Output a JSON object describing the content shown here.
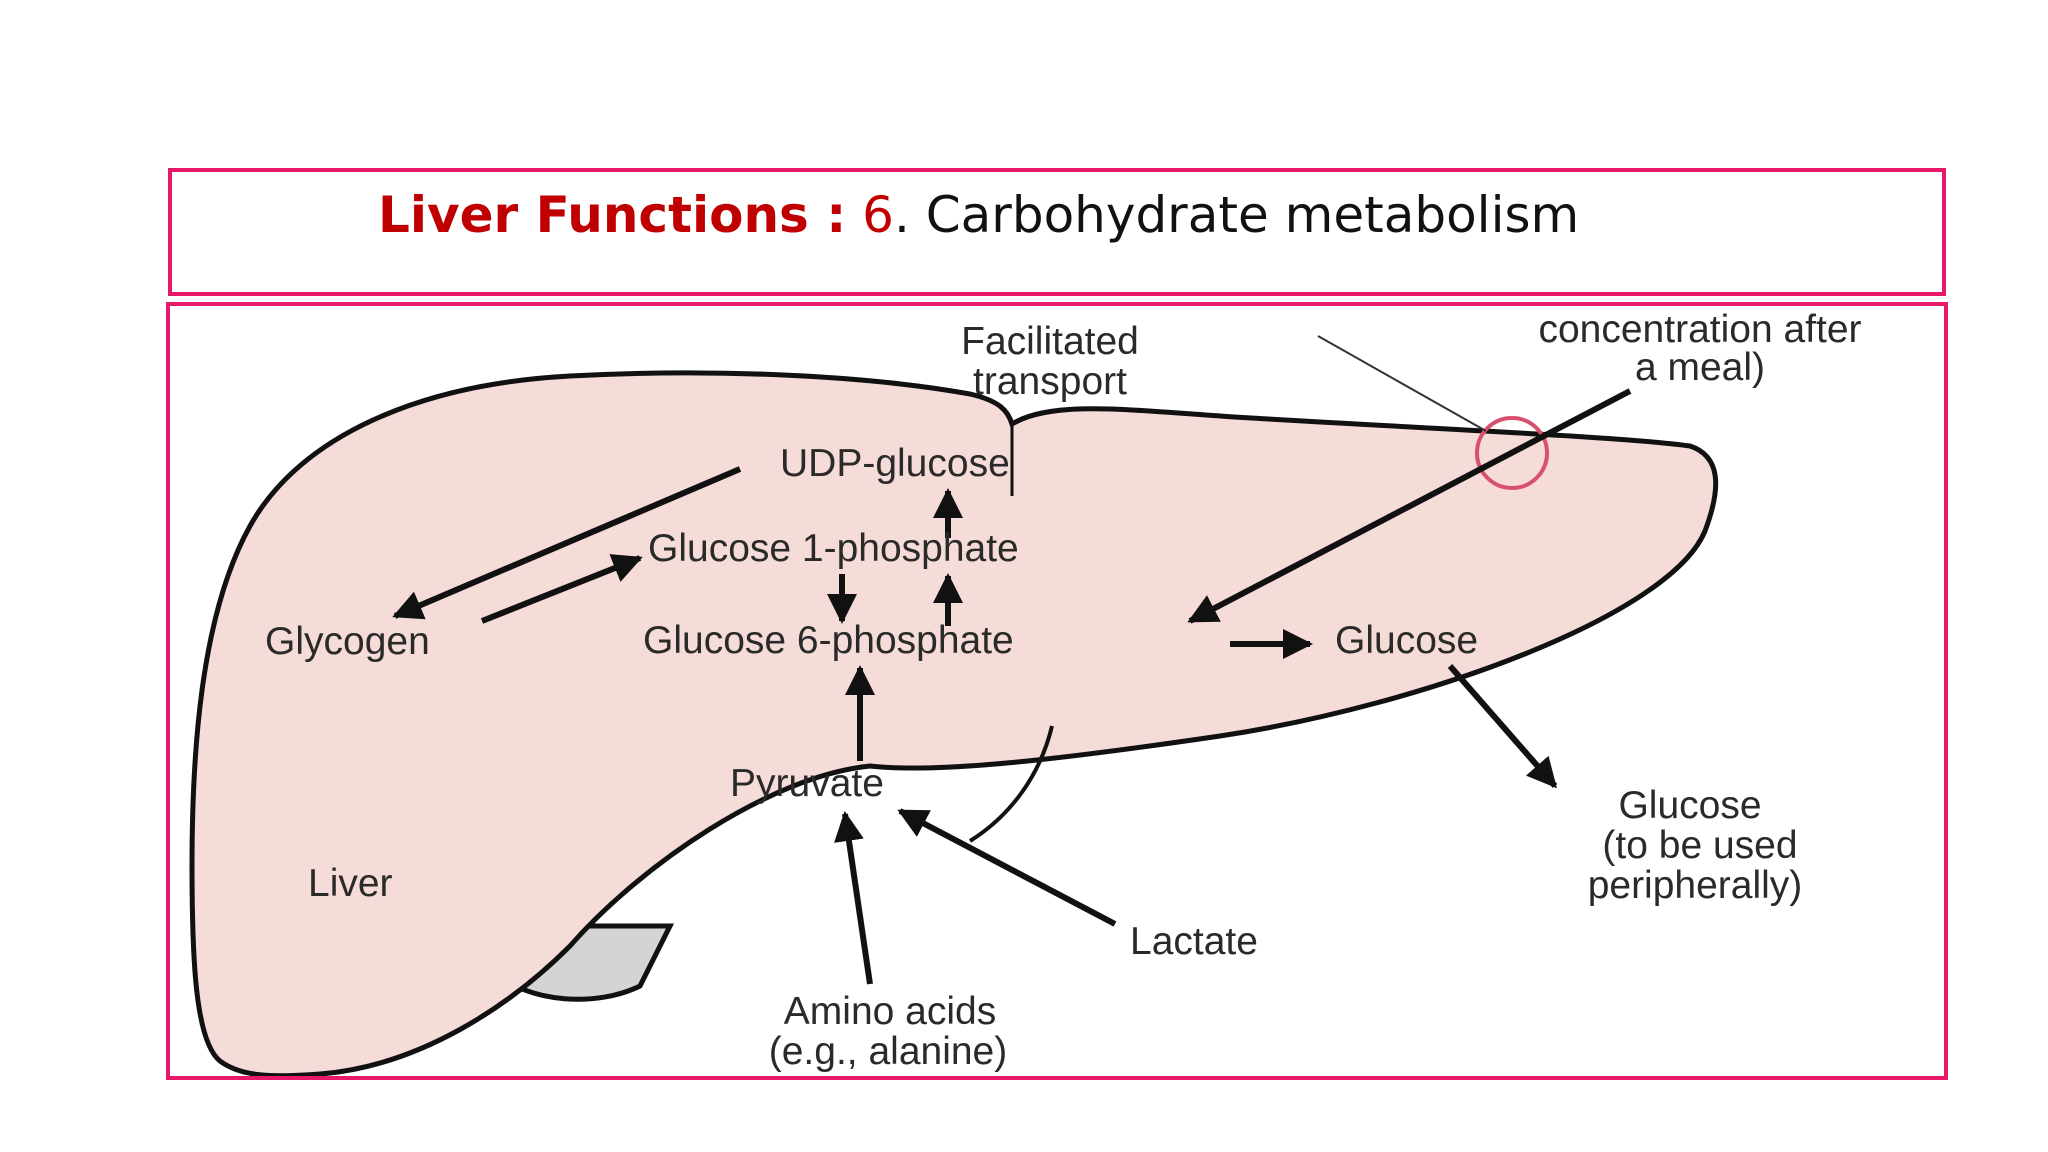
{
  "title": {
    "heading": "Liver Functions",
    "separator": " :",
    "number": "6",
    "text": ". Carbohydrate metabolism"
  },
  "labels": {
    "facilitated_line1": "Facilitated",
    "facilitated_line2": "transport",
    "concentration_line1": "concentration after",
    "concentration_line2": "a meal)",
    "udp_glucose": "UDP-glucose",
    "glucose_1_phosphate": "Glucose 1-phosphate",
    "glycogen": "Glycogen",
    "glucose_6_phosphate": "Glucose 6-phosphate",
    "glucose": "Glucose",
    "pyruvate": "Pyruvate",
    "liver": "Liver",
    "lactate": "Lactate",
    "glucose_peripheral_line1": "Glucose",
    "glucose_peripheral_line2": "(to be used",
    "glucose_peripheral_line3": "peripherally)",
    "amino_line1": "Amino acids",
    "amino_line2": "(e.g., alanine)"
  },
  "colors": {
    "frame": "#e8196b",
    "title_red": "#c00000",
    "liver_fill": "#f6dcd8",
    "gallbladder_fill": "#d4d4d4",
    "transport_circle": "#d9506e"
  }
}
